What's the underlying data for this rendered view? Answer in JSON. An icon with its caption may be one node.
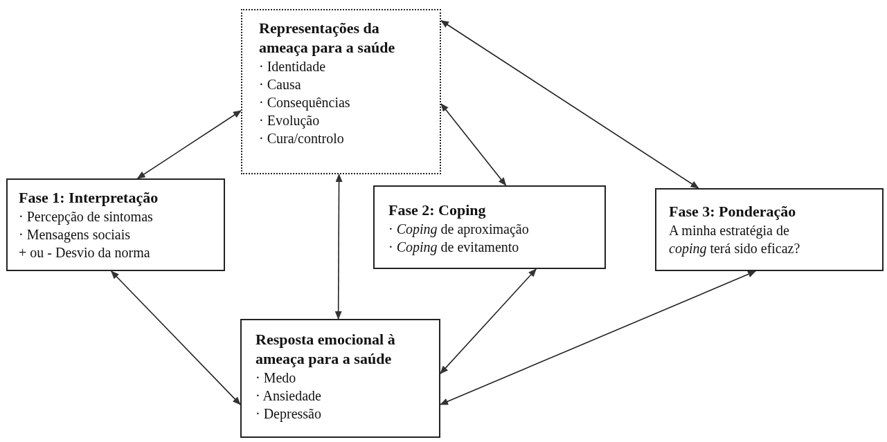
{
  "diagram": {
    "nodes": [
      {
        "text": [
          "Representações da ameaça para a saúde",
          "· Identidade",
          "· Causa",
          "· Consequências",
          "· Evolução",
          "· Cura/controlo"
        ]
      },
      {
        "text": [
          "Fase 1: Interpretação",
          "· Percepção de sintomas",
          "· Mensagens sociais",
          "+ ou - Desvio da norma"
        ]
      },
      {
        "text": [
          "Fase 2: Coping",
          "· *Coping* de aproximação",
          "· *Coping* de evitamento"
        ]
      },
      {
        "text": [
          "Fase 3: Ponderação",
          "A minha estratégia de *coping* terá sido eficaz?"
        ]
      },
      {
        "text": [
          "Resposta emocional à ameaça para a saúde",
          "· Medo",
          "· Ansiedade",
          "· Depressão"
        ]
      }
    ],
    "edges": [
      {
        "from": 1,
        "to": 0,
        "arrow": "both"
      },
      {
        "from": 0,
        "to": 2,
        "arrow": "both"
      },
      {
        "from": 0,
        "to": 3,
        "arrow": "both"
      },
      {
        "from": 0,
        "to": 4,
        "arrow": "both"
      },
      {
        "from": 1,
        "to": 4,
        "arrow": "both"
      },
      {
        "from": 2,
        "to": 4,
        "arrow": "both"
      },
      {
        "from": 3,
        "to": 4,
        "arrow": "both"
      }
    ]
  }
}
